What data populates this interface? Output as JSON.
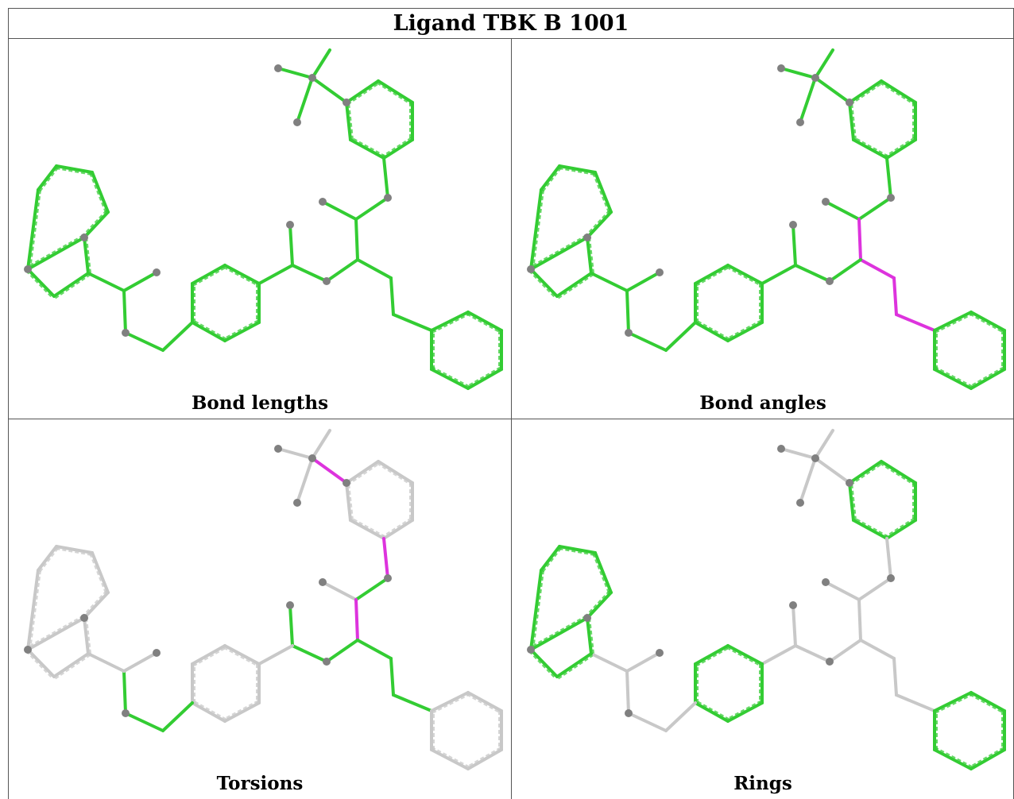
{
  "title": "Ligand TBK B 1001",
  "panels": [
    {
      "caption": "Bond lengths"
    },
    {
      "caption": "Bond angles"
    },
    {
      "caption": "Torsions"
    },
    {
      "caption": "Rings"
    }
  ],
  "colors": {
    "pass": "#33cc33",
    "outlier": "#dd33dd",
    "neutral": "#c8c8c8",
    "atom": "#808080",
    "border": "#555555"
  }
}
